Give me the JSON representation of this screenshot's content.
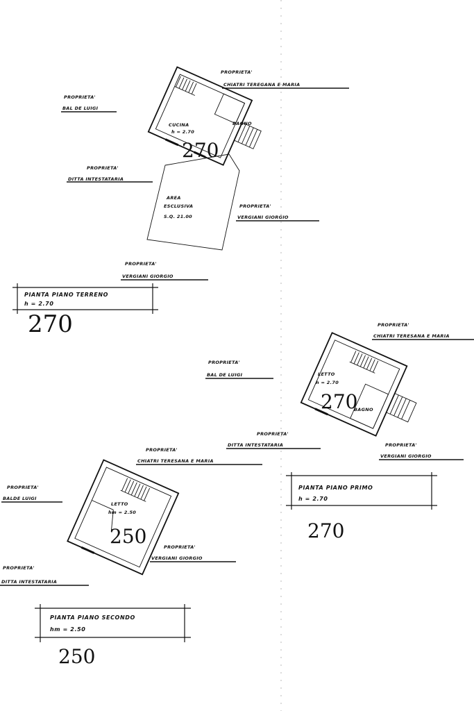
{
  "ground_floor": {
    "owner_top": "PROPRIETA'",
    "owner_top_name": "CHIATRI TEREGANA E MARIA",
    "owner_left": "PROPRIETA'",
    "owner_left_name": "BAL DE LUIGI",
    "room_name": "CUCINA",
    "room_height": "h = 2.70",
    "bath_label": "BAGNO",
    "room_marker": "270",
    "owner_bottom": "PROPRIETA'",
    "owner_bottom_name": "DITTA INTESTATARIA",
    "area_label": "AREA",
    "area_sub": "ESCLUSIVA",
    "area_value": "S.Q. 21.00",
    "owner_right": "PROPRIETA'",
    "owner_right_name": "VERGIANI GIORGIO",
    "owner_foot": "PROPRIETA'",
    "owner_foot_name": "VERGIANI GIORGIO",
    "box_title": "PIANTA PIANO TERRENO",
    "box_height": "h = 2.70",
    "hand_note": "270"
  },
  "first_floor": {
    "owner_top": "PROPRIETA'",
    "owner_top_name": "CHIATRI TERESANA E MARIA",
    "owner_left": "PROPRIETA'",
    "owner_left_name": "BAL DE LUIGI",
    "room_name": "LETTO",
    "room_height": "h = 2.70",
    "bath_label": "BAGNO",
    "room_marker": "270",
    "owner_bottom": "PROPRIETA'",
    "owner_bottom_name": "DITTA INTESTATARIA",
    "owner_right": "PROPRIETA'",
    "owner_right_name": "VERGIANI GIORGIO",
    "box_title": "PIANTA PIANO PRIMO",
    "box_height": "h = 2.70",
    "hand_note": "270"
  },
  "second_floor": {
    "owner_top": "PROPRIETA'",
    "owner_top_name": "CHIATRI TERESANA E MARIA",
    "owner_left": "PROPRIETA'",
    "owner_left_name": "BALDE LUIGI",
    "room_name": "LETTO",
    "room_height": "hm = 2.50",
    "room_marker": "250",
    "owner_right": "PROPRIETA'",
    "owner_right_name": "VERGIANI GIORGIO",
    "owner_bottom": "PROPRIETA'",
    "owner_bottom_name": "DITTA INTESTATARIA",
    "box_title": "PIANTA PIANO SECONDO",
    "box_height": "hm = 2.50",
    "hand_note": "250"
  }
}
